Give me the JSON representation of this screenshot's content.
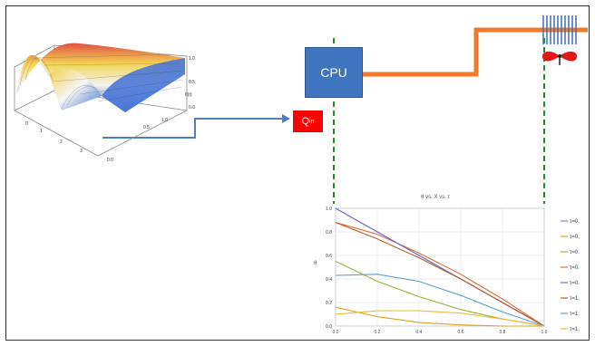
{
  "diagram": {
    "cpu_label": "CPU",
    "qin_label": "Q",
    "qin_subscript": "in",
    "colors": {
      "pipe": "#f07a2a",
      "cpu": "#3f74bf",
      "qin": "#ff0000",
      "dashed": "#2a8a2a",
      "arrow": "#4f81bd"
    }
  },
  "surface_plot": {
    "z_ticks": [
      "1.0",
      "0.5",
      "0.0"
    ],
    "x_ticks": [
      "0",
      "1",
      "2",
      "3"
    ],
    "y_ticks": [
      "0.5",
      "1.0",
      "0.0"
    ],
    "z_label": "θ(t)"
  },
  "chart_data": {
    "type": "line",
    "title": "θ vs. X vs. τ",
    "xlabel": "",
    "ylabel": "θ",
    "xlim": [
      0,
      1
    ],
    "ylim": [
      0,
      1
    ],
    "x_ticks": [
      "0.0",
      "0.2",
      "0.4",
      "0.6",
      "0.8",
      "1.0"
    ],
    "y_ticks": [
      "0.0",
      "0.2",
      "0.4",
      "0.6",
      "0.8",
      "1.0"
    ],
    "grid": true,
    "legend_position": "right",
    "legend": [
      "τ=0.",
      "τ=0.",
      "τ=0.",
      "τ=0.",
      "τ=0.",
      "τ=1.",
      "τ=1.",
      "τ=1."
    ],
    "series": [
      {
        "name": "τ=0.",
        "color": "#8d7fc4",
        "x": [
          0,
          0.2,
          0.4,
          0.6,
          0.8,
          1.0
        ],
        "y": [
          1.0,
          0.8,
          0.6,
          0.4,
          0.2,
          0.0
        ]
      },
      {
        "name": "τ=0.",
        "color": "#e0a020",
        "x": [
          0,
          0.2,
          0.4,
          0.6,
          0.8,
          1.0
        ],
        "y": [
          0.16,
          0.08,
          0.03,
          0.01,
          0.0,
          0.0
        ]
      },
      {
        "name": "τ=0.",
        "color": "#9ab53c",
        "x": [
          0,
          0.2,
          0.4,
          0.6,
          0.8,
          1.0
        ],
        "y": [
          0.55,
          0.38,
          0.25,
          0.14,
          0.06,
          0.0
        ]
      },
      {
        "name": "τ=0.",
        "color": "#e06a3a",
        "x": [
          0,
          0.2,
          0.4,
          0.6,
          0.8,
          1.0
        ],
        "y": [
          0.88,
          0.78,
          0.62,
          0.44,
          0.23,
          0.0
        ]
      },
      {
        "name": "τ=0.",
        "color": "#6f6fc9",
        "x": [
          0,
          0.2,
          0.4,
          0.6,
          0.8,
          1.0
        ],
        "y": [
          1.0,
          0.8,
          0.6,
          0.4,
          0.2,
          0.0
        ]
      },
      {
        "name": "τ=1.",
        "color": "#b8602a",
        "x": [
          0,
          0.2,
          0.4,
          0.6,
          0.8,
          1.0
        ],
        "y": [
          0.88,
          0.74,
          0.58,
          0.4,
          0.2,
          0.0
        ]
      },
      {
        "name": "τ=1.",
        "color": "#5fa0c8",
        "x": [
          0,
          0.2,
          0.4,
          0.6,
          0.8,
          1.0
        ],
        "y": [
          0.43,
          0.44,
          0.38,
          0.26,
          0.12,
          0.0
        ]
      },
      {
        "name": "τ=1.",
        "color": "#e8c030",
        "x": [
          0,
          0.2,
          0.4,
          0.6,
          0.8,
          1.0
        ],
        "y": [
          0.1,
          0.13,
          0.13,
          0.11,
          0.06,
          0.0
        ]
      }
    ]
  }
}
